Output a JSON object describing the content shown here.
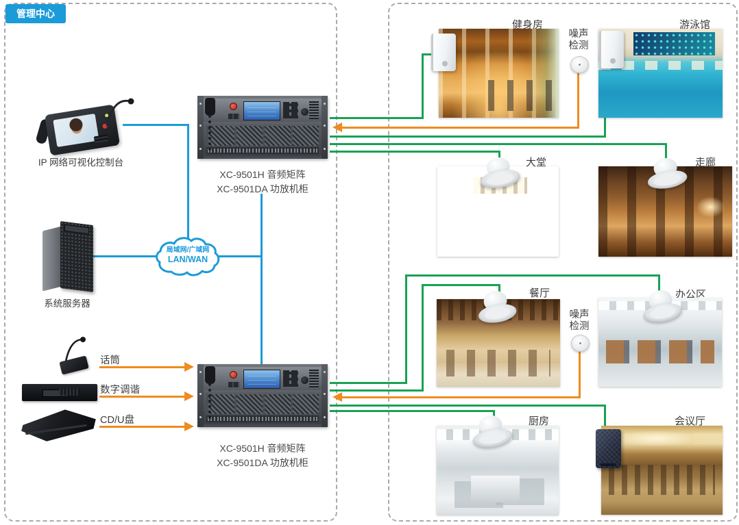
{
  "management_center": {
    "badge": "管理中心",
    "console": {
      "label": "IP 网络可视化控制台"
    },
    "rack_top": {
      "line1": "XC-9501H 音频矩阵",
      "line2": "XC-9501DA 功放机柜"
    },
    "rack_bottom": {
      "line1": "XC-9501H 音频矩阵",
      "line2": "XC-9501DA 功放机柜"
    },
    "server": {
      "label": "系统服务器"
    },
    "cloud": {
      "line1": "局域网/广域网",
      "line2": "LAN/WAN"
    },
    "sources": [
      {
        "label": "话筒"
      },
      {
        "label": "数字调谐"
      },
      {
        "label": "CD/U盘"
      }
    ]
  },
  "zones": [
    {
      "id": "gym",
      "label": "健身房"
    },
    {
      "id": "pool",
      "label": "游泳馆"
    },
    {
      "id": "lobby",
      "label": "大堂"
    },
    {
      "id": "corridor",
      "label": "走廊"
    },
    {
      "id": "restaurant",
      "label": "餐厅"
    },
    {
      "id": "office",
      "label": "办公区"
    },
    {
      "id": "kitchen",
      "label": "厨房"
    },
    {
      "id": "conference",
      "label": "会议厅"
    }
  ],
  "noise_sensors": [
    {
      "line1": "噪声",
      "line2": "检测"
    },
    {
      "line1": "噪声",
      "line2": "检测"
    }
  ],
  "colors": {
    "blue": "#1b9bd8",
    "green": "#17a253",
    "orange": "#ef8b1f"
  }
}
